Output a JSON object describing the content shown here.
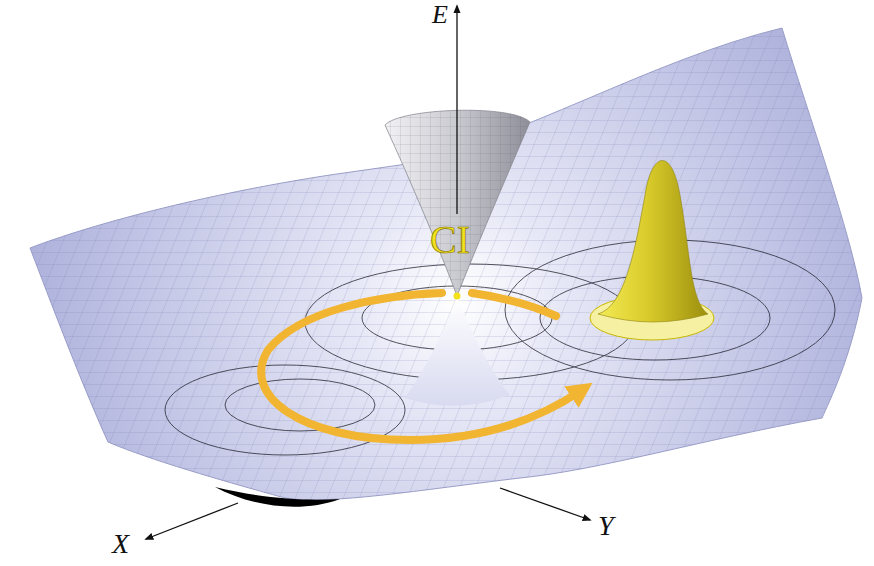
{
  "diagram": {
    "labels": [
      "E",
      "CI",
      "X",
      "Y"
    ]
  }
}
